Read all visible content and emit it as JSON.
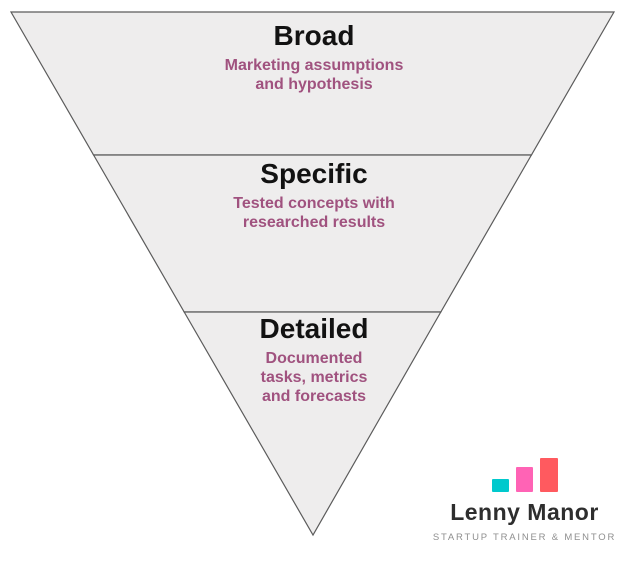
{
  "diagram": {
    "type": "inverted-pyramid-funnel",
    "sections": [
      {
        "title": "Broad",
        "subtitle_lines": [
          "Marketing assumptions",
          "and hypothesis"
        ]
      },
      {
        "title": "Specific",
        "subtitle_lines": [
          "Tested concepts with",
          "researched results"
        ]
      },
      {
        "title": "Detailed",
        "subtitle_lines": [
          "Documented",
          "tasks, metrics",
          "and forecasts"
        ]
      }
    ]
  },
  "logo": {
    "icon": "bar-chart-icon",
    "name": "Lenny Manor",
    "tagline": "STARTUP TRAINER & MENTOR"
  },
  "colors": {
    "background": "#FFFFFF",
    "funnel-fill": "#EEEDED",
    "funnel-stroke": "#5B5B5B",
    "title-color": "#121212",
    "subtitle-color": "#A0527F",
    "logo-bar-teal": "#00C9CD",
    "logo-bar-pink": "#FF63B5",
    "logo-bar-red": "#FF5A5F",
    "logo-name-color": "#2E2E2E",
    "logo-tagline-color": "#8F8F8F"
  }
}
